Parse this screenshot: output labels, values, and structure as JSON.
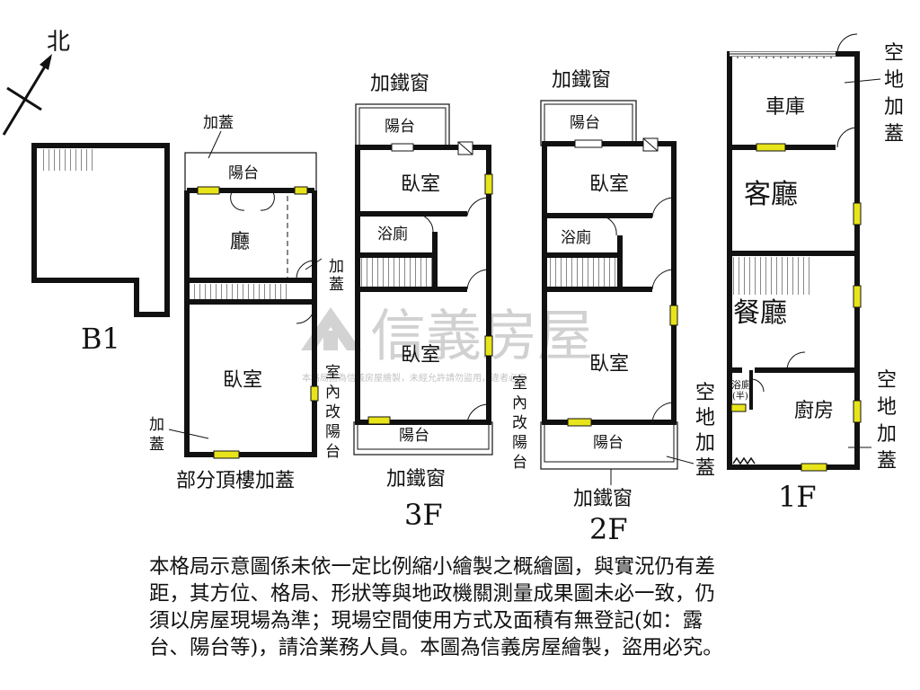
{
  "compass": {
    "label": "北"
  },
  "watermark": {
    "brand": "信義房屋",
    "notice": "本格局圖為信義房屋繪製，未經允許請勿盜用，違者必究"
  },
  "floors": {
    "b1": {
      "name": "B1"
    },
    "roof": {
      "title": "部分頂樓加蓋",
      "addon_top": "加蓋",
      "addon_side_1": "加",
      "addon_side_2": "蓋",
      "addon_bottom_1": "加",
      "addon_bottom_2": "蓋",
      "rooms": {
        "balcony": "陽台",
        "hall": "廳",
        "bedroom": "臥室"
      }
    },
    "f3": {
      "name": "3F",
      "iron_window_top": "加鐵窗",
      "iron_window_bottom": "加鐵窗",
      "converted_balcony": [
        "室",
        "內",
        "改",
        "陽",
        "台"
      ],
      "rooms": {
        "balcony_top": "陽台",
        "bedroom_top": "臥室",
        "bathroom": "浴廁",
        "bedroom_main": "臥室",
        "balcony_bottom": "陽台"
      }
    },
    "f2": {
      "name": "2F",
      "iron_window_top": "加鐵窗",
      "iron_window_bottom": "加鐵窗",
      "converted_balcony": [
        "室",
        "內",
        "改",
        "陽",
        "台"
      ],
      "open_addon": [
        "空",
        "地",
        "加",
        "蓋"
      ],
      "rooms": {
        "balcony_top": "陽台",
        "bedroom_top": "臥室",
        "bathroom": "浴廁",
        "bedroom_main": "臥室",
        "balcony_bottom": "陽台"
      }
    },
    "f1": {
      "name": "1F",
      "open_addon_top": [
        "空",
        "地",
        "加",
        "蓋"
      ],
      "open_addon_bottom": [
        "空",
        "地",
        "加",
        "蓋"
      ],
      "rooms": {
        "garage": "車庫",
        "living": "客廳",
        "dining": "餐廳",
        "bath_small": "浴廁",
        "bath_small_note": "(半)",
        "kitchen": "廚房"
      }
    }
  },
  "disclaimer": {
    "line1": "本格局示意圖係未依一定比例縮小繪製之概繪圖，與實況仍有差",
    "line2": "距，其方位、格局、形狀等與地政機關測量成果圖未必一致，仍",
    "line3": "須以房屋現場為準；現場空間使用方式及面積有無登記(如：露",
    "line4": "台、陽台等)，請洽業務人員。本圖為信義房屋繪製，盜用必究。"
  },
  "colors": {
    "wall": "#111111",
    "window_fill": "#e8e41a",
    "watermark": "#c9c9c9"
  }
}
